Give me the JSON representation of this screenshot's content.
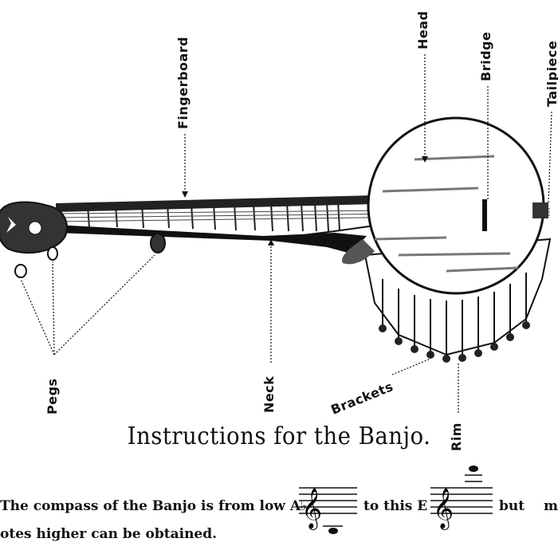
{
  "labels": {
    "fingerboard": "Fingerboard",
    "head": "Head",
    "bridge": "Bridge",
    "tailpiece": "Tailpiece",
    "pegs": "Pegs",
    "neck": "Neck",
    "brackets": "Brackets",
    "rim": "Rim"
  },
  "title": "Instructions for the Banjo.",
  "text": {
    "line1_part1": "The compass of the Banjo is from low A♭",
    "line1_part2": "to this E",
    "line1_part3": "but",
    "line1_part4": "m",
    "line2": "otes higher can be obtained."
  },
  "colors": {
    "ink": "#111111",
    "paper": "#ffffff"
  }
}
